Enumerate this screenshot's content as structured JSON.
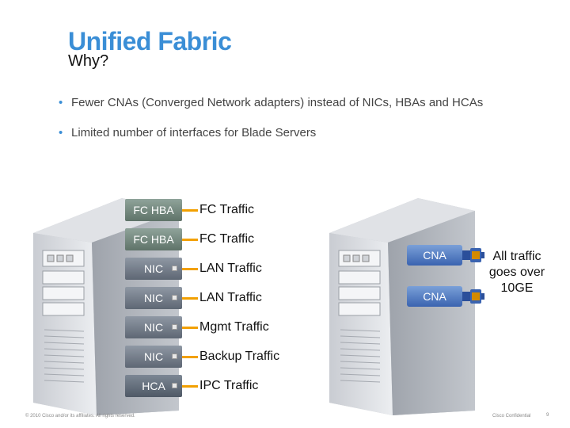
{
  "slide": {
    "title": "Unified Fabric",
    "subtitle": "Why?",
    "bullets": [
      "Fewer CNAs (Converged Network adapters) instead of NICs, HBAs and HCAs",
      "Limited number of interfaces for Blade Servers"
    ]
  },
  "left_server": {
    "cards": [
      {
        "label": "FC HBA",
        "traffic": "FC Traffic"
      },
      {
        "label": "FC HBA",
        "traffic": "FC Traffic"
      },
      {
        "label": "NIC",
        "traffic": "LAN Traffic"
      },
      {
        "label": "NIC",
        "traffic": "LAN Traffic"
      },
      {
        "label": "NIC",
        "traffic": "Mgmt Traffic"
      },
      {
        "label": "NIC",
        "traffic": "Backup Traffic"
      },
      {
        "label": "HCA",
        "traffic": "IPC Traffic"
      }
    ]
  },
  "right_server": {
    "cards": [
      {
        "label": "CNA"
      },
      {
        "label": "CNA"
      }
    ],
    "all_traffic_text": "All traffic goes over 10GE"
  },
  "footer": {
    "copyright": "© 2010 Cisco and/or its affiliates. All rights reserved.",
    "confidential": "Cisco Confidential",
    "page_number": "9"
  },
  "colors": {
    "title": "#3a8ed6",
    "wire": "#f2a000",
    "cna": "#3a63b0"
  }
}
